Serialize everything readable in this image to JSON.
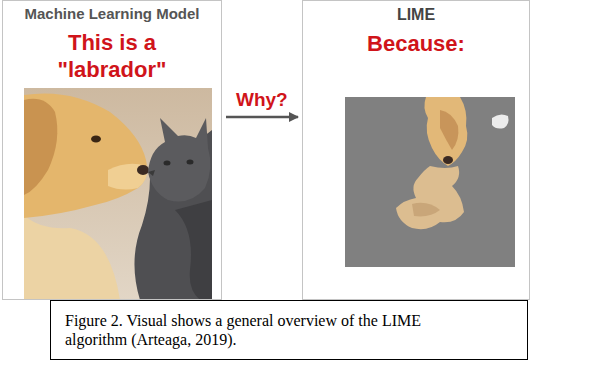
{
  "diagram": {
    "caption": "Figure 2. Visual shows a general overview of the LIME algorithm (Arteaga, 2019).",
    "nodes": [
      {
        "text": [
          "Machine Learning Model",
          "This is a \"labrador\""
        ]
      },
      {
        "text": [
          "LIME",
          "Because:"
        ]
      }
    ],
    "edges": [
      {
        "from": 0,
        "to": 1,
        "label": "Why?",
        "arrow": "to"
      }
    ]
  }
}
